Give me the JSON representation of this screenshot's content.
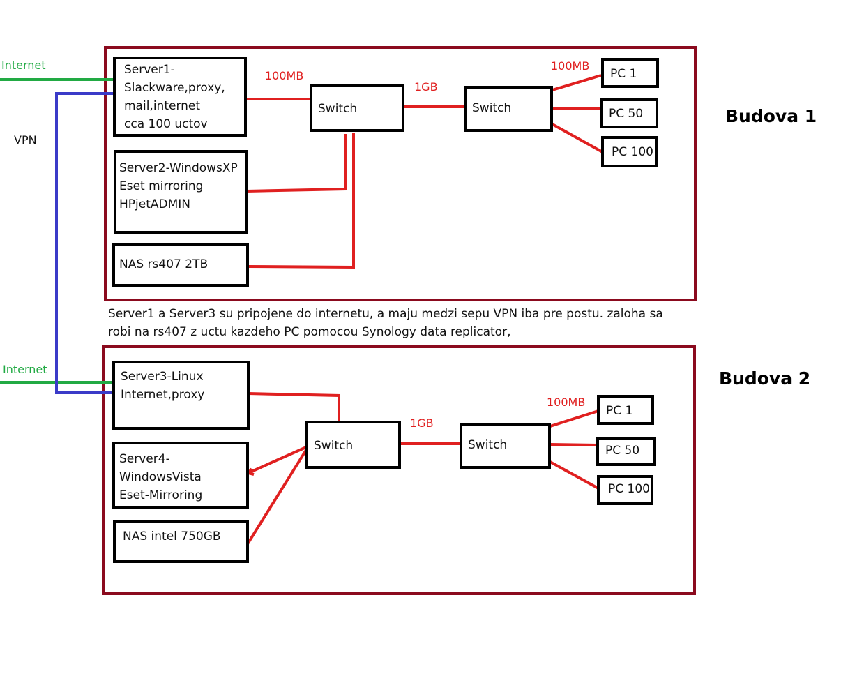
{
  "external": {
    "internet_top": "Internet",
    "vpn": "VPN",
    "internet_bottom": "Internet"
  },
  "building1": {
    "title": "Budova 1",
    "server1": [
      "Server1-",
      "Slackware,proxy,",
      "mail,internet",
      "cca 100 uctov"
    ],
    "server2": [
      "Server2-WindowsXP",
      "Eset mirroring",
      "HPjetADMIN"
    ],
    "nas": "NAS rs407 2TB",
    "switch_a": "Switch",
    "switch_b": "Switch",
    "link_server_switch": "100MB",
    "link_switches": "1GB",
    "link_pcs": "100MB",
    "pcs": [
      "PC 1",
      "PC 50",
      "PC 100"
    ]
  },
  "note": [
    "Server1 a Server3 su pripojene do internetu, a maju medzi sepu VPN iba pre postu. zaloha sa",
    "robi na rs407 z uctu kazdeho PC pomocou Synology data replicator,"
  ],
  "building2": {
    "title": "Budova 2",
    "server3": [
      "Server3-Linux",
      "Internet,proxy"
    ],
    "server4": [
      "Server4-",
      "WindowsVista",
      "Eset-Mirroring"
    ],
    "nas": "NAS intel 750GB",
    "switch_a": "Switch",
    "switch_b": "Switch",
    "link_switches": "1GB",
    "link_pcs": "100MB",
    "pcs": [
      "PC 1",
      "PC 50",
      "PC 100"
    ]
  },
  "colors": {
    "building_border": "#8b0a1e",
    "link_red": "#e02020",
    "internet_green": "#22aa44",
    "vpn_blue": "#3b3bc8"
  }
}
